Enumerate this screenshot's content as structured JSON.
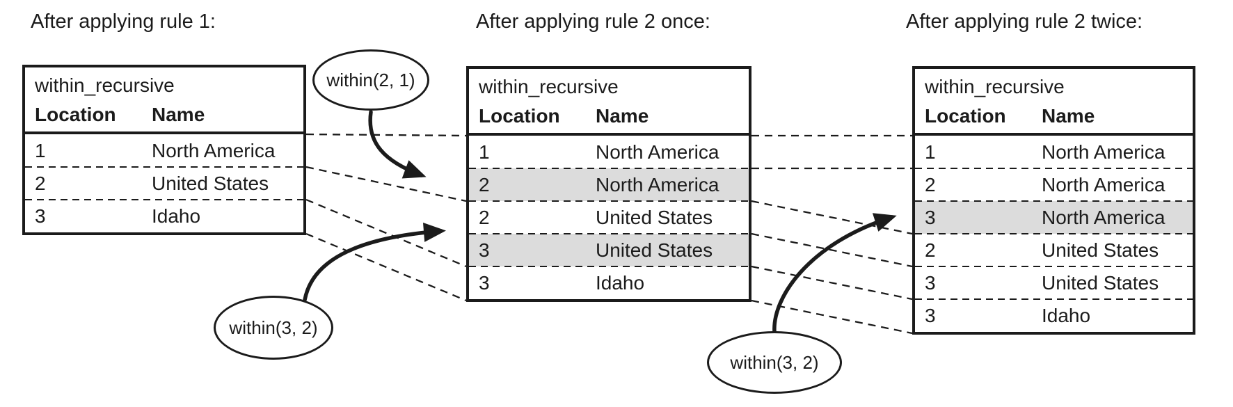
{
  "panels": [
    {
      "title": "After applying rule 1:"
    },
    {
      "title": "After applying rule 2 once:"
    },
    {
      "title": "After applying rule 2 twice:"
    }
  ],
  "tables": [
    {
      "name": "within_recursive",
      "columns": [
        "Location",
        "Name"
      ],
      "rows": [
        {
          "location": "1",
          "name": "North America",
          "highlight": false
        },
        {
          "location": "2",
          "name": "United States",
          "highlight": false
        },
        {
          "location": "3",
          "name": "Idaho",
          "highlight": false
        }
      ]
    },
    {
      "name": "within_recursive",
      "columns": [
        "Location",
        "Name"
      ],
      "rows": [
        {
          "location": "1",
          "name": "North America",
          "highlight": false
        },
        {
          "location": "2",
          "name": "North America",
          "highlight": true
        },
        {
          "location": "2",
          "name": "United States",
          "highlight": false
        },
        {
          "location": "3",
          "name": "United States",
          "highlight": true
        },
        {
          "location": "3",
          "name": "Idaho",
          "highlight": false
        }
      ]
    },
    {
      "name": "within_recursive",
      "columns": [
        "Location",
        "Name"
      ],
      "rows": [
        {
          "location": "1",
          "name": "North America",
          "highlight": false
        },
        {
          "location": "2",
          "name": "North America",
          "highlight": false
        },
        {
          "location": "3",
          "name": "North America",
          "highlight": true
        },
        {
          "location": "2",
          "name": "United States",
          "highlight": false
        },
        {
          "location": "3",
          "name": "United States",
          "highlight": false
        },
        {
          "location": "3",
          "name": "Idaho",
          "highlight": false
        }
      ]
    }
  ],
  "annotations": [
    {
      "label": "within(2, 1)"
    },
    {
      "label": "within(3, 2)"
    },
    {
      "label": "within(3, 2)"
    }
  ],
  "colors": {
    "highlight": "#dcdcdc",
    "ink": "#1b1b1b"
  }
}
